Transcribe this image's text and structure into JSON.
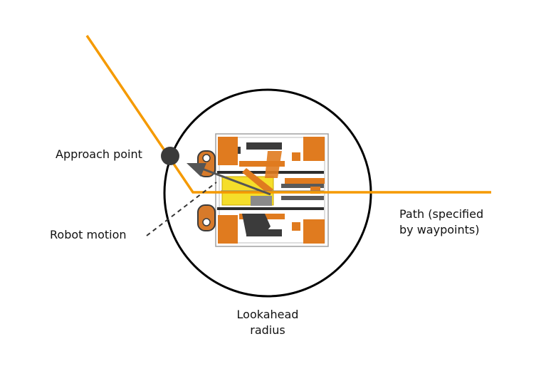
{
  "labels": {
    "approach_point": "Approach point",
    "robot_motion": "Robot motion",
    "path": [
      "Path (specified",
      "by waypoints)"
    ],
    "lookahead": [
      "Lookahead",
      "radius"
    ]
  },
  "colors": {
    "path": "#f59a00",
    "circle": "#000000",
    "approach_point": "#3a3a3a",
    "motion_arrow": "#555555",
    "dashed_line": "#333333",
    "robot_orange": "#e07b1f",
    "robot_yellow": "#f5de2a",
    "robot_dark": "#3b3b3b",
    "robot_frame": "#a0a0a0"
  },
  "icons": {
    "robot": "robot-top-view-icon",
    "approach_point": "approach-point-marker"
  }
}
